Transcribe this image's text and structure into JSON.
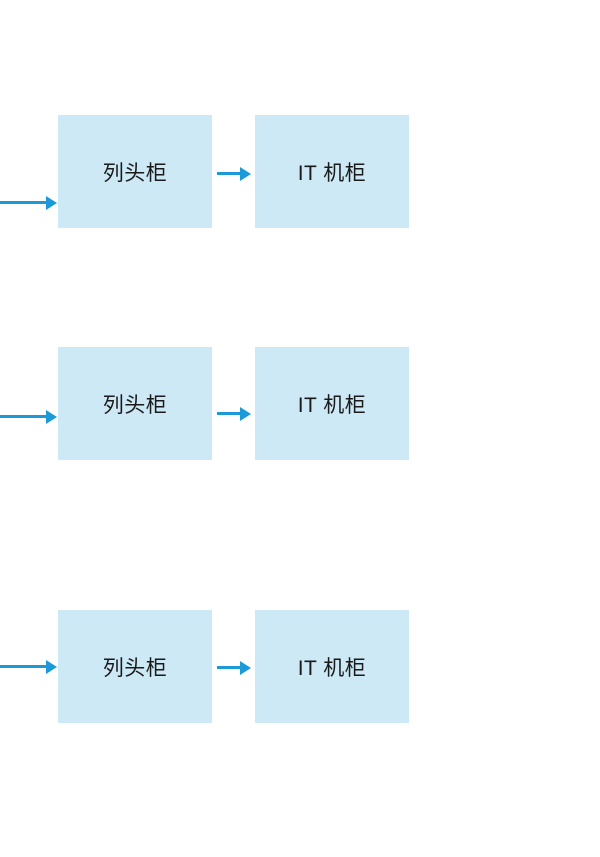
{
  "diagram": {
    "rows": [
      {
        "source": "列头柜",
        "target": "IT 机柜"
      },
      {
        "source": "列头柜",
        "target": "IT 机柜"
      },
      {
        "source": "列头柜",
        "target": "IT 机柜"
      }
    ]
  },
  "colors": {
    "box_fill": "#cde9f6",
    "arrow": "#1b9ad7",
    "text": "#1a1a1a",
    "background": "#ffffff"
  }
}
